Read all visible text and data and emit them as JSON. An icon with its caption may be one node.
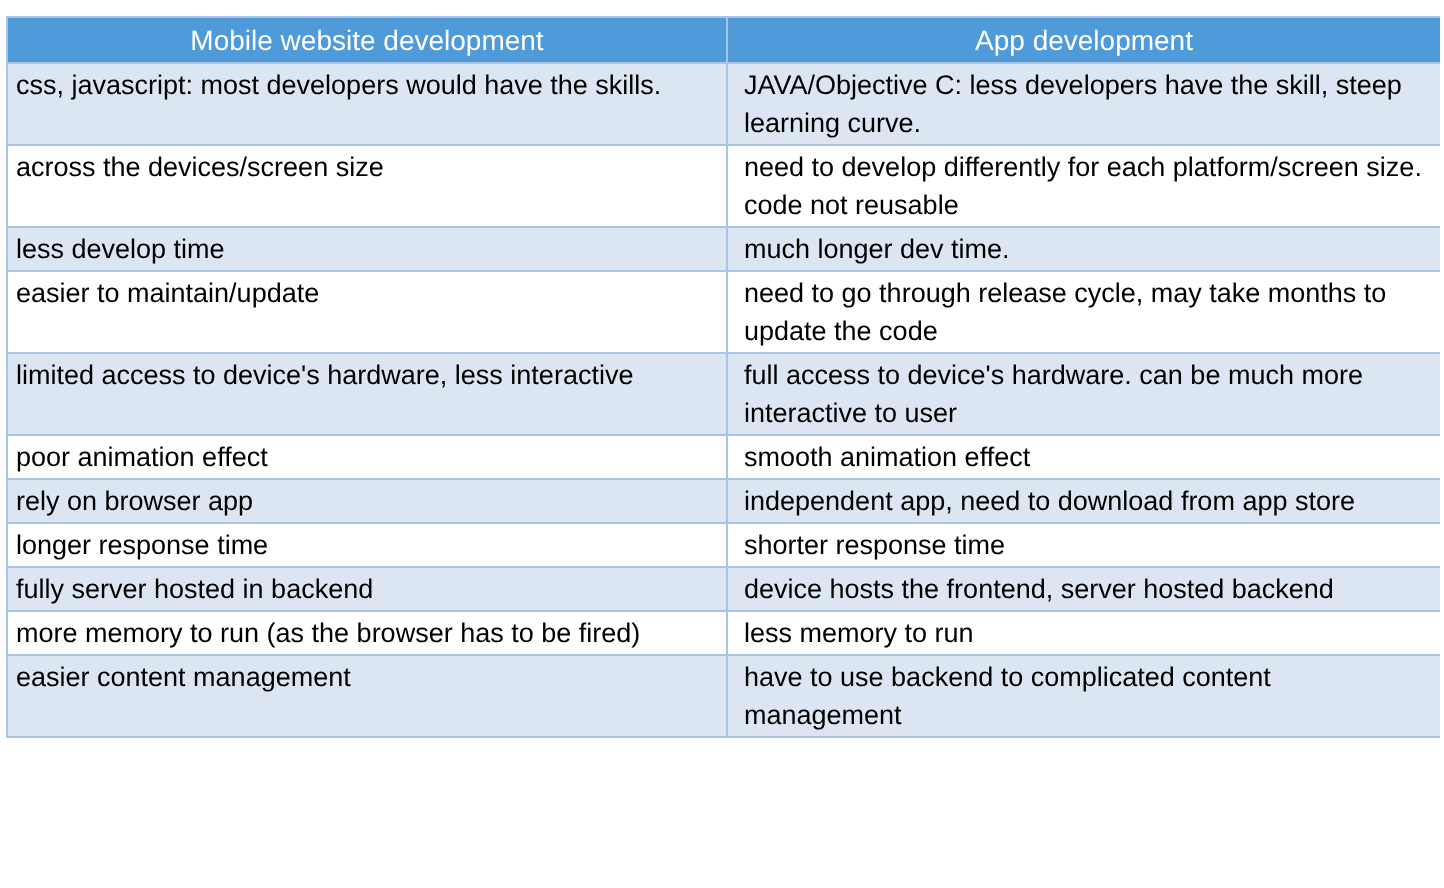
{
  "diagram": {
    "labels": [
      "Mobile website development",
      "App development",
      "css, javascript: most developers would have the skills.",
      "JAVA/Objective C: less developers have the skill, steep learning curve.",
      "across the devices/screen size",
      "need to develop differently for each platform/screen size. code not reusable",
      "less develop time",
      "much longer dev time.",
      "easier to maintain/update",
      "need to go through release cycle, may take months to update the code",
      "limited access to device's hardware, less interactive",
      "full access to device's hardware. can be much more interactive to user",
      "poor animation effect",
      "smooth animation effect",
      "rely on browser app",
      "independent app, need to download from app store",
      "longer response time",
      "shorter response time",
      "fully server hosted in backend",
      "device hosts the frontend, server hosted backend",
      "more memory to run (as the browser has to be fired)",
      "less memory to run",
      "easier content management",
      "have to use backend to complicated content management"
    ]
  }
}
